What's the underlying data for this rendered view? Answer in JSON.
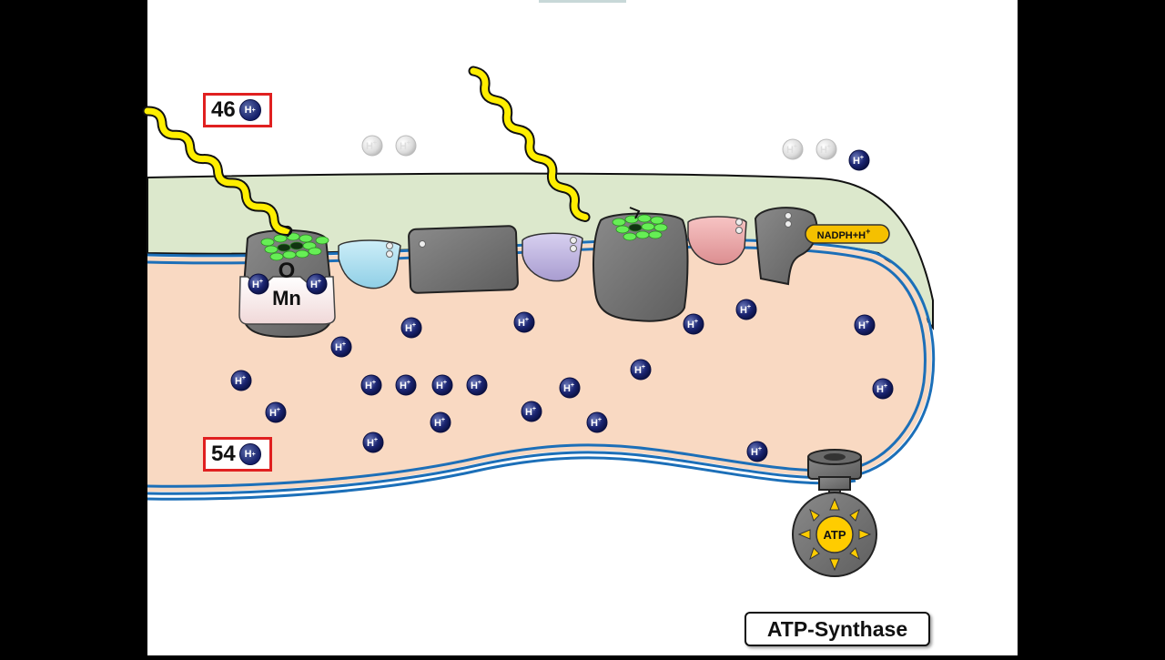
{
  "labels": {
    "oxygen": "O",
    "manganese": "Mn",
    "nadph": "NADPH+H",
    "nadph_plus": "+",
    "atp": "ATP",
    "atp_synthase": "ATP-Synthase"
  },
  "counters": {
    "top_value": "46",
    "bottom_value": "54"
  },
  "proton_symbol": "H",
  "proton_charge": "+",
  "colors": {
    "stroma": "#dce8cc",
    "lumen": "#f9d9c2",
    "membrane": "#1c6fb8",
    "protein_gray": "#777777",
    "proton_dark": "#1a2470",
    "photon": "#ffee00",
    "chlorophyll": "#66ee55",
    "counter_border": "#e02020",
    "nadph_fill": "#f5c000"
  }
}
